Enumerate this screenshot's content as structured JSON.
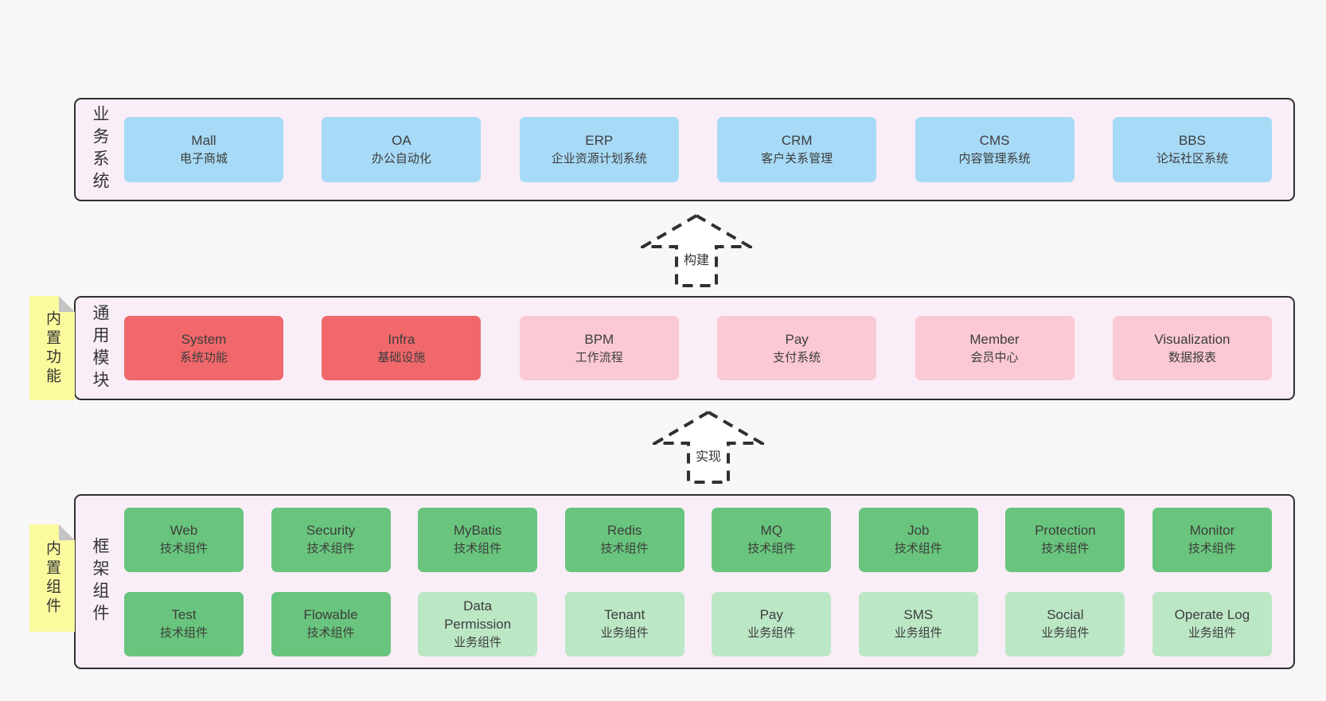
{
  "colors": {
    "page_bg": "#f7f7f7",
    "band_bg": "#f9eef7",
    "band_border": "#2e2e2e",
    "blue": "#a7daf6",
    "red": "#f1686b",
    "pink": "#fbc9d3",
    "green": "#69c57d",
    "green_light": "#bce7c5",
    "note_yellow": "#fbfb9e",
    "note_fold": "#c4c4c4",
    "text": "#3d3d3d",
    "arrow": "#303030"
  },
  "arrows": [
    {
      "label": "构建"
    },
    {
      "label": "实现"
    }
  ],
  "sections": [
    {
      "label": "业务系统",
      "rows": [
        [
          {
            "en": "Mall",
            "zh": "电子商城",
            "style": "blue"
          },
          {
            "en": "OA",
            "zh": "办公自动化",
            "style": "blue"
          },
          {
            "en": "ERP",
            "zh": "企业资源计划系统",
            "style": "blue"
          },
          {
            "en": "CRM",
            "zh": "客户关系管理",
            "style": "blue"
          },
          {
            "en": "CMS",
            "zh": "内容管理系统",
            "style": "blue"
          },
          {
            "en": "BBS",
            "zh": "论坛社区系统",
            "style": "blue"
          }
        ]
      ]
    },
    {
      "label": "通用模块",
      "note": "内置功能",
      "rows": [
        [
          {
            "en": "System",
            "zh": "系统功能",
            "style": "red"
          },
          {
            "en": "Infra",
            "zh": "基础设施",
            "style": "red"
          },
          {
            "en": "BPM",
            "zh": "工作流程",
            "style": "pink"
          },
          {
            "en": "Pay",
            "zh": "支付系统",
            "style": "pink"
          },
          {
            "en": "Member",
            "zh": "会员中心",
            "style": "pink"
          },
          {
            "en": "Visualization",
            "zh": "数据报表",
            "style": "pink"
          }
        ]
      ]
    },
    {
      "label": "框架组件",
      "note": "内置组件",
      "rows": [
        [
          {
            "en": "Web",
            "zh": "技术组件",
            "style": "green"
          },
          {
            "en": "Security",
            "zh": "技术组件",
            "style": "green"
          },
          {
            "en": "MyBatis",
            "zh": "技术组件",
            "style": "green"
          },
          {
            "en": "Redis",
            "zh": "技术组件",
            "style": "green"
          },
          {
            "en": "MQ",
            "zh": "技术组件",
            "style": "green"
          },
          {
            "en": "Job",
            "zh": "技术组件",
            "style": "green"
          },
          {
            "en": "Protection",
            "zh": "技术组件",
            "style": "green"
          },
          {
            "en": "Monitor",
            "zh": "技术组件",
            "style": "green"
          }
        ],
        [
          {
            "en": "Test",
            "zh": "技术组件",
            "style": "green"
          },
          {
            "en": "Flowable",
            "zh": "技术组件",
            "style": "green"
          },
          {
            "en": "Data\nPermission",
            "zh": "业务组件",
            "style": "green-light"
          },
          {
            "en": "Tenant",
            "zh": "业务组件",
            "style": "green-light"
          },
          {
            "en": "Pay",
            "zh": "业务组件",
            "style": "green-light"
          },
          {
            "en": "SMS",
            "zh": "业务组件",
            "style": "green-light"
          },
          {
            "en": "Social",
            "zh": "业务组件",
            "style": "green-light"
          },
          {
            "en": "Operate Log",
            "zh": "业务组件",
            "style": "green-light"
          }
        ]
      ]
    }
  ]
}
